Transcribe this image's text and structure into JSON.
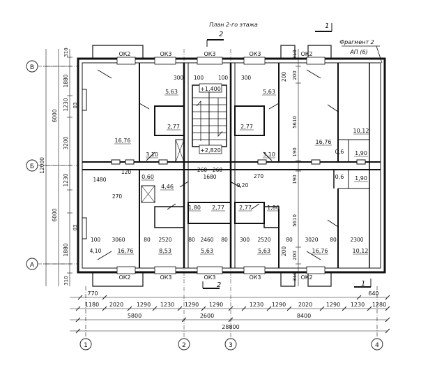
{
  "title": "План 2-го этажа",
  "fragment": {
    "name": "Фрагмент 2",
    "ref": "АП (6)"
  },
  "section_marks": {
    "top_left": "2",
    "top_right": "1",
    "bottom_left": "2",
    "bottom_right": "1"
  },
  "axes": {
    "rows": {
      "top": "В",
      "mid": "Б",
      "bottom": "А"
    },
    "cols": {
      "c1": "1",
      "c2": "2",
      "c3": "3",
      "c4": "4"
    }
  },
  "elevations": {
    "upper": "+1,400",
    "lower": "+2,820"
  },
  "window_marks": {
    "ok2": "ОК2",
    "ok3": "ОК3"
  },
  "left_dims": {
    "chain": [
      "310",
      "1880",
      "1230",
      "03",
      "3200",
      "1230",
      "03",
      "1880",
      "310"
    ],
    "spans": [
      "6000",
      "6000"
    ],
    "total": "12000"
  },
  "right_dims": {
    "chain": [
      "310",
      "200",
      "5610",
      "190",
      "190",
      "5610",
      "200",
      "310"
    ]
  },
  "bottom_dims": {
    "row1": [
      "770",
      "640"
    ],
    "row2": [
      "1180",
      "2020",
      "1290",
      "1230",
      "1290",
      "1290",
      "1230",
      "1290",
      "2020",
      "1290",
      "1230",
      "1280"
    ],
    "row3": [
      "5800",
      "2600",
      "8400"
    ],
    "total": "28800"
  },
  "rooms": {
    "top_left_big": "16,76",
    "top_left_small": "3,10",
    "top_left_kitchen": "5,63",
    "top_left_bath": "2,77",
    "top_right_kitchen": "5,63",
    "top_right_bath": "2,77",
    "top_right_small": "3,10",
    "top_right_big": "16,76",
    "top_right_sm1": "10,12",
    "top_right_sm2": "0,6",
    "top_right_sm3": "1,90",
    "mid_left_1": "0,60",
    "mid_left_2": "4,46",
    "mid_right_1": "0,6",
    "mid_right_2": "1,90",
    "bot_left_big": "16,76",
    "bot_left_2": "8,53",
    "bot_left_3": "5,63",
    "bot_left_4": "1,80",
    "bot_left_5": "2,77",
    "bot_right_1": "2,77",
    "bot_right_2": "1,80",
    "bot_right_3": "5,63",
    "bot_right_big": "16,76",
    "bot_right_4": "10,12"
  },
  "inner_dims": [
    "300",
    "100",
    "100",
    "300",
    "200",
    "200",
    "260",
    "260",
    "1680",
    "120",
    "1480",
    "270",
    "9,20",
    "270",
    "100",
    "3060",
    "4,10",
    "80",
    "2520",
    "80",
    "2460",
    "80",
    "300",
    "2520",
    "80",
    "3020",
    "80",
    "2300"
  ]
}
